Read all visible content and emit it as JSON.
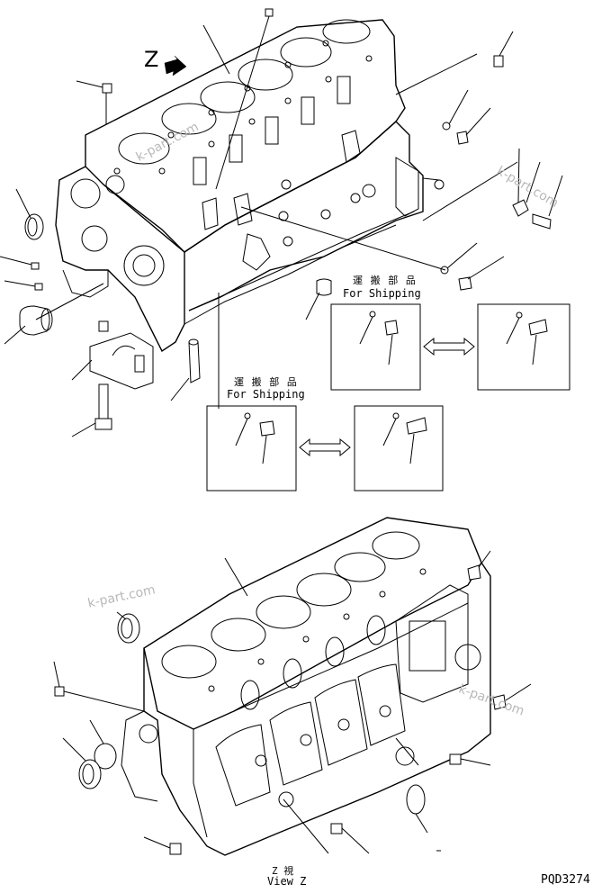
{
  "view_marker": "Z",
  "shipping_label_jp": "運 搬 部 品",
  "shipping_label_en": "For Shipping",
  "view_caption_jp": "Z   視",
  "view_caption_en": "View Z",
  "drawing_code": "PQD3274",
  "watermark": "k-part.com"
}
